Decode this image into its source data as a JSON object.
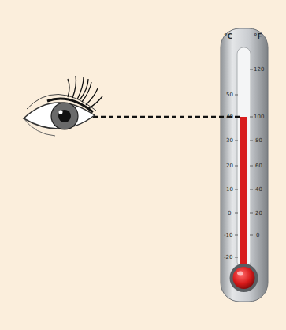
{
  "diagram": {
    "labels": [
      "°C",
      "°F",
      "50",
      "40",
      "30",
      "20",
      "10",
      "0",
      "-10",
      "-20",
      "120",
      "100",
      "80",
      "60",
      "40",
      "20",
      "0"
    ]
  }
}
